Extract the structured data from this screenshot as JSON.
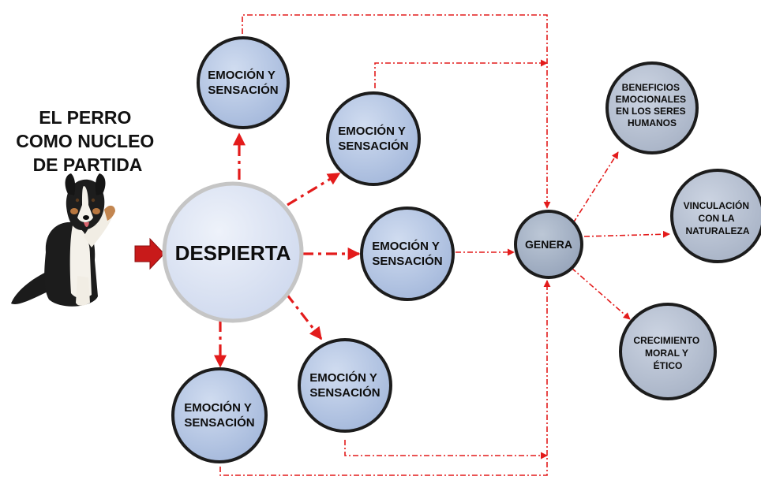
{
  "title": {
    "lines": [
      "EL PERRO",
      "COMO NUCLEO",
      "DE PARTIDA"
    ]
  },
  "center": {
    "label": "DESPIERTA"
  },
  "emotion_nodes": [
    {
      "lines": [
        "EMOCIÓN Y",
        "SENSACIÓN"
      ]
    },
    {
      "lines": [
        "EMOCIÓN Y",
        "SENSACIÓN"
      ]
    },
    {
      "lines": [
        "EMOCIÓN Y",
        "SENSACIÓN"
      ]
    },
    {
      "lines": [
        "EMOCIÓN Y",
        "SENSACIÓN"
      ]
    },
    {
      "lines": [
        "EMOCIÓN Y",
        "SENSACIÓN"
      ]
    }
  ],
  "hub": {
    "label": "GENERA"
  },
  "outcome_nodes": [
    {
      "lines": [
        "BENEFICIOS",
        "EMOCIONALES",
        "EN LOS SERES",
        "HUMANOS"
      ]
    },
    {
      "lines": [
        "VINCULACIÓN",
        "CON LA",
        "NATURALEZA"
      ]
    },
    {
      "lines": [
        "CRECIMIENTO",
        "MORAL Y",
        "ÉTICO"
      ]
    }
  ],
  "image": {
    "subject": "dog"
  },
  "colors": {
    "node_fill": "#b3c4e0",
    "node_stroke": "#1c1c1c",
    "center_fill": "#dde4f2",
    "center_stroke": "#c5c5c5",
    "hub_fill": "#a3b0c3",
    "outcome_fill": "#b7c0d0",
    "connector": "#e31b1b",
    "input_arrow": "#c81a1a"
  }
}
